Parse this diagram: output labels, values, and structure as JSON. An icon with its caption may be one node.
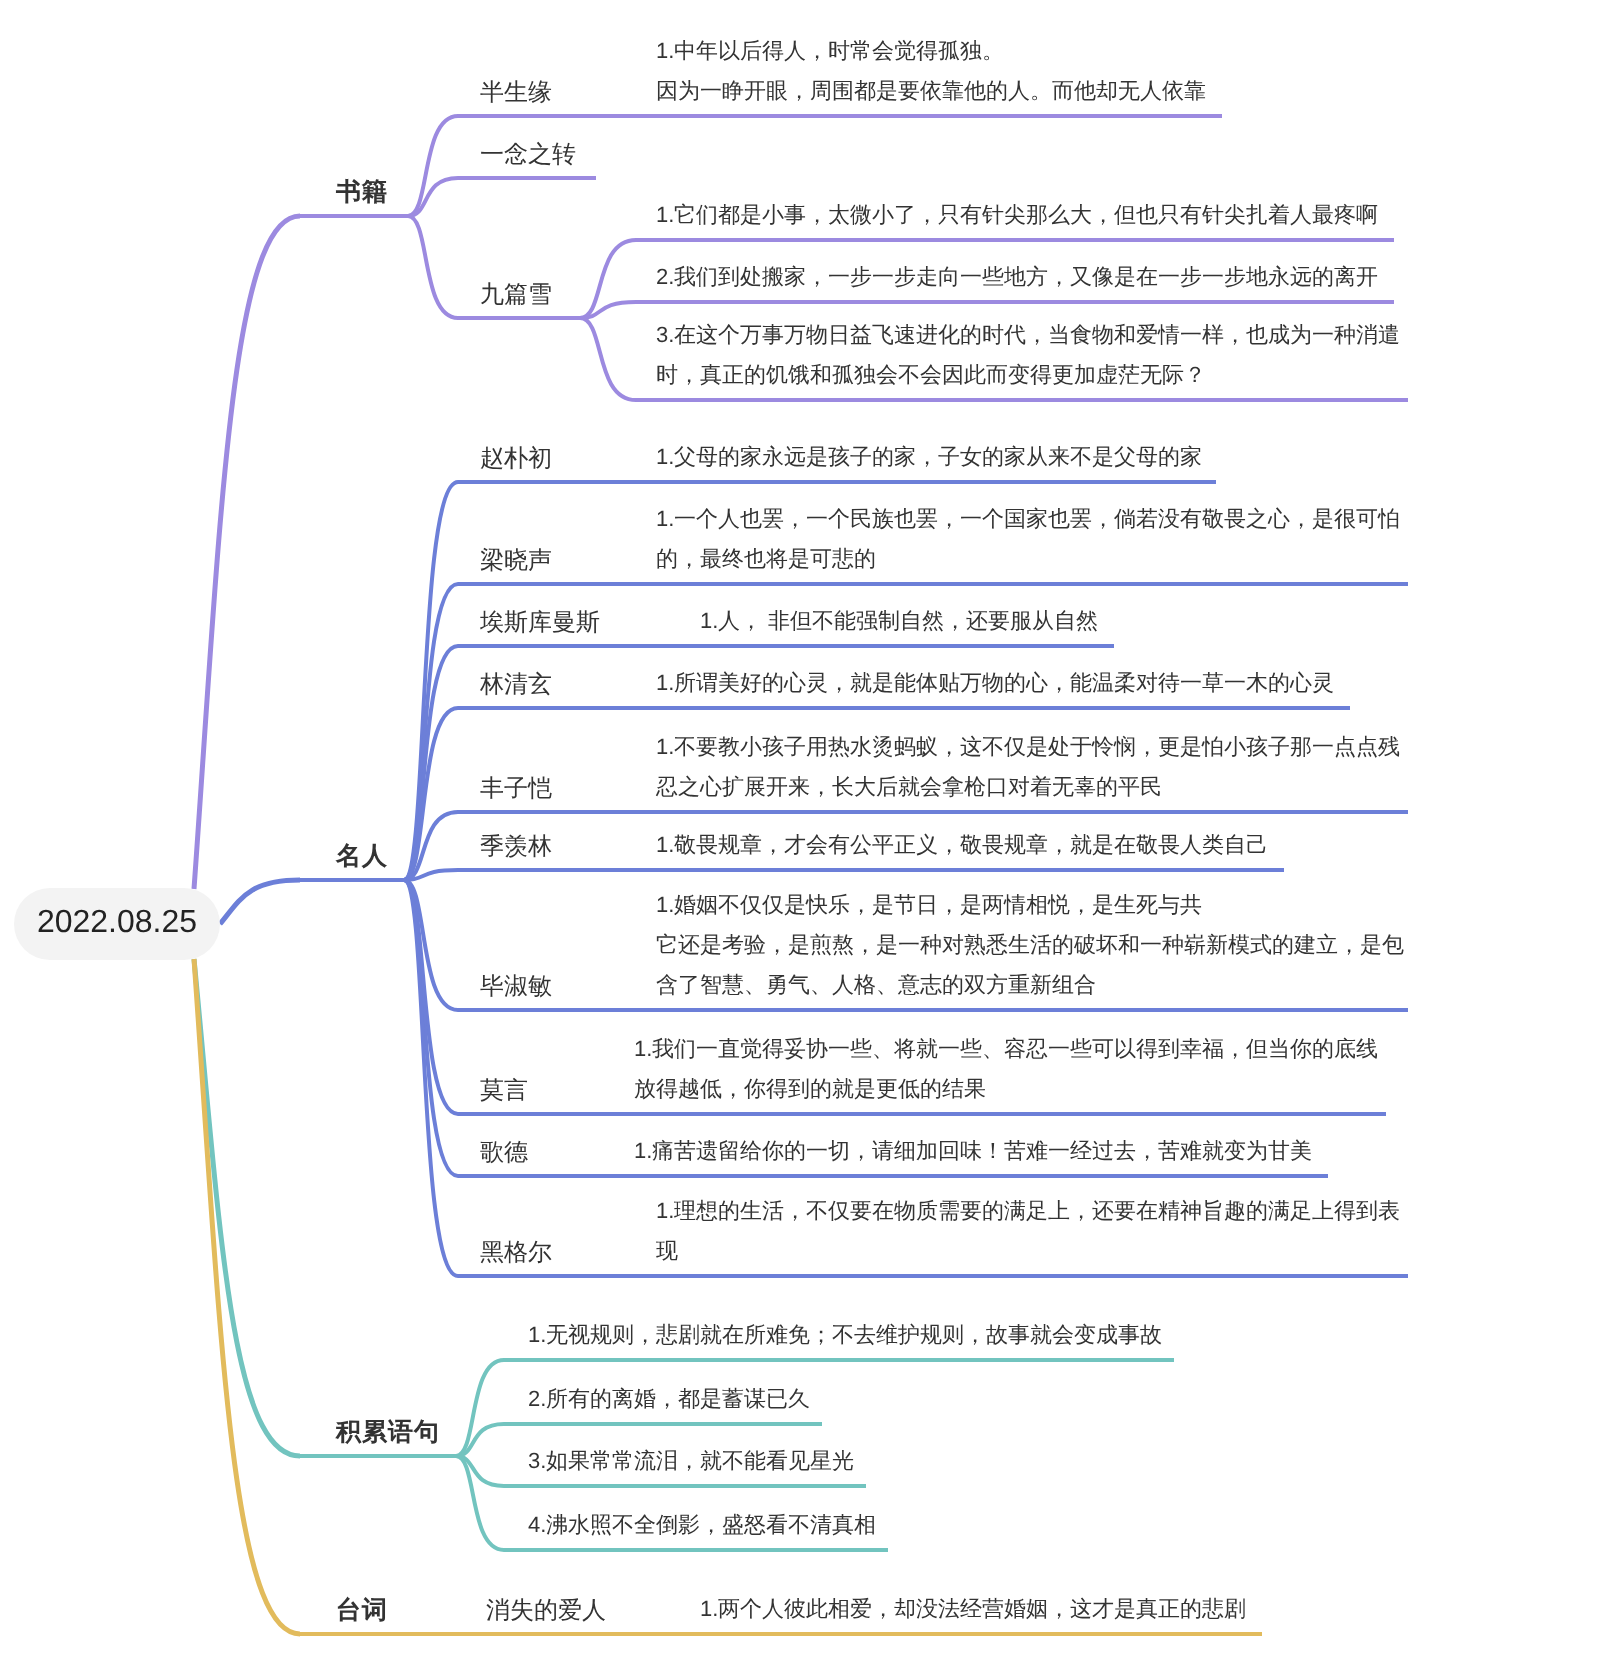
{
  "diagram": {
    "nodes": [
      {
        "text": [
          "2022.08.25"
        ]
      },
      {
        "text": [
          "书籍"
        ]
      },
      {
        "text": [
          "半生缘"
        ]
      },
      {
        "text": [
          "1.中年以后得人，时常会觉得孤独。",
          "因为一睁开眼，周围都是要依靠他的人。而他却无人依靠"
        ]
      },
      {
        "text": [
          "一念之转"
        ]
      },
      {
        "text": [
          "九篇雪"
        ]
      },
      {
        "text": [
          "1.它们都是小事，太微小了，只有针尖那么大，但也只有针尖扎着人最疼啊"
        ]
      },
      {
        "text": [
          "2.我们到处搬家，一步一步走向一些地方，又像是在一步一步地永远的离开"
        ]
      },
      {
        "text": [
          "3.在这个万事万物日益飞速进化的时代，当食物和爱情一样，也成为一种消遣时，真正的饥饿和孤独会不会因此而变得更加虚茫无际？"
        ]
      },
      {
        "text": [
          "名人"
        ]
      },
      {
        "text": [
          "赵朴初"
        ]
      },
      {
        "text": [
          "1.父母的家永远是孩子的家，子女的家从来不是父母的家"
        ]
      },
      {
        "text": [
          "梁晓声"
        ]
      },
      {
        "text": [
          "1.一个人也罢，一个民族也罢，一个国家也罢，倘若没有敬畏之心，是很可怕的，最终也将是可悲的"
        ]
      },
      {
        "text": [
          "埃斯库曼斯"
        ]
      },
      {
        "text": [
          "1.人， 非但不能强制自然，还要服从自然"
        ]
      },
      {
        "text": [
          "林清玄"
        ]
      },
      {
        "text": [
          "1.所谓美好的心灵，就是能体贴万物的心，能温柔对待一草一木的心灵"
        ]
      },
      {
        "text": [
          "丰子恺"
        ]
      },
      {
        "text": [
          "1.不要教小孩子用热水烫蚂蚁，这不仅是处于怜悯，更是怕小孩子那一点点残忍之心扩展开来，长大后就会拿枪口对着无辜的平民"
        ]
      },
      {
        "text": [
          "季羡林"
        ]
      },
      {
        "text": [
          "1.敬畏规章，才会有公平正义，敬畏规章，就是在敬畏人类自己"
        ]
      },
      {
        "text": [
          "毕淑敏"
        ]
      },
      {
        "text": [
          "1.婚姻不仅仅是快乐，是节日，是两情相悦，是生死与共",
          "它还是考验，是煎熬，是一种对熟悉生活的破坏和一种崭新模式的建立，是包含了智慧、勇气、人格、意志的双方重新组合"
        ]
      },
      {
        "text": [
          "莫言"
        ]
      },
      {
        "text": [
          "1.我们一直觉得妥协一些、将就一些、容忍一些可以得到幸福，但当你的底线放得越低，你得到的就是更低的结果"
        ]
      },
      {
        "text": [
          "歌德"
        ]
      },
      {
        "text": [
          "1.痛苦遗留给你的一切，请细加回味！苦难一经过去，苦难就变为甘美"
        ]
      },
      {
        "text": [
          "黑格尔"
        ]
      },
      {
        "text": [
          "1.理想的生活，不仅要在物质需要的满足上，还要在精神旨趣的满足上得到表现"
        ]
      },
      {
        "text": [
          "积累语句"
        ]
      },
      {
        "text": [
          "1.无视规则，悲剧就在所难免；不去维护规则，故事就会变成事故"
        ]
      },
      {
        "text": [
          "2.所有的离婚，都是蓄谋已久"
        ]
      },
      {
        "text": [
          "3.如果常常流泪，就不能看见星光"
        ]
      },
      {
        "text": [
          "4.沸水照不全倒影，盛怒看不清真相"
        ]
      },
      {
        "text": [
          "台词"
        ]
      },
      {
        "text": [
          "消失的爱人"
        ]
      },
      {
        "text": [
          "1.两个人彼此相爱，却没法经营婚姻，这才是真正的悲剧"
        ]
      }
    ],
    "edges": [
      {
        "from": 0,
        "to": 1,
        "arrow": "none",
        "color": "#9c8ae0"
      },
      {
        "from": 1,
        "to": 2,
        "arrow": "none",
        "color": "#9c8ae0"
      },
      {
        "from": 2,
        "to": 3,
        "arrow": "none",
        "color": "#9c8ae0"
      },
      {
        "from": 1,
        "to": 4,
        "arrow": "none",
        "color": "#9c8ae0"
      },
      {
        "from": 1,
        "to": 5,
        "arrow": "none",
        "color": "#9c8ae0"
      },
      {
        "from": 5,
        "to": 6,
        "arrow": "none",
        "color": "#9c8ae0"
      },
      {
        "from": 5,
        "to": 7,
        "arrow": "none",
        "color": "#9c8ae0"
      },
      {
        "from": 5,
        "to": 8,
        "arrow": "none",
        "color": "#9c8ae0"
      },
      {
        "from": 0,
        "to": 9,
        "arrow": "none"
      },
      {
        "from": 9,
        "to": 10,
        "arrow": "none"
      },
      {
        "from": 10,
        "to": 11,
        "arrow": "none"
      },
      {
        "from": 9,
        "to": 12,
        "arrow": "none"
      },
      {
        "from": 12,
        "to": 13,
        "arrow": "none"
      },
      {
        "from": 9,
        "to": 14,
        "arrow": "none"
      },
      {
        "from": 14,
        "to": 15,
        "arrow": "none"
      },
      {
        "from": 9,
        "to": 16,
        "arrow": "none"
      },
      {
        "from": 16,
        "to": 17,
        "arrow": "none"
      },
      {
        "from": 9,
        "to": 18,
        "arrow": "none"
      },
      {
        "from": 18,
        "to": 19,
        "arrow": "none"
      },
      {
        "from": 9,
        "to": 20,
        "arrow": "none"
      },
      {
        "from": 20,
        "to": 21,
        "arrow": "none"
      },
      {
        "from": 9,
        "to": 22,
        "arrow": "none"
      },
      {
        "from": 22,
        "to": 23,
        "arrow": "none"
      },
      {
        "from": 9,
        "to": 24,
        "arrow": "none"
      },
      {
        "from": 24,
        "to": 25,
        "arrow": "none"
      },
      {
        "from": 9,
        "to": 26,
        "arrow": "none"
      },
      {
        "from": 26,
        "to": 27,
        "arrow": "none"
      },
      {
        "from": 9,
        "to": 28,
        "arrow": "none"
      },
      {
        "from": 28,
        "to": 29,
        "arrow": "none"
      },
      {
        "from": 0,
        "to": 30,
        "arrow": "none",
        "color": "#72c4bf"
      },
      {
        "from": 30,
        "to": 31,
        "arrow": "none",
        "color": "#72c4bf"
      },
      {
        "from": 30,
        "to": 32,
        "arrow": "none",
        "color": "#72c4bf"
      },
      {
        "from": 30,
        "to": 33,
        "arrow": "none",
        "color": "#72c4bf"
      },
      {
        "from": 30,
        "to": 34,
        "arrow": "none",
        "color": "#72c4bf"
      },
      {
        "from": 0,
        "to": 35,
        "arrow": "none",
        "color": "#e2bb5c"
      },
      {
        "from": 35,
        "to": 36,
        "arrow": "none",
        "color": "#e2bb5c"
      },
      {
        "from": 36,
        "to": 37,
        "arrow": "none",
        "color": "#e2bb5c"
      }
    ]
  }
}
